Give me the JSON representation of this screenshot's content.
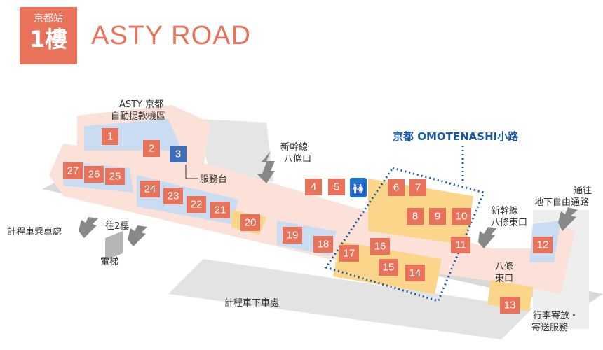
{
  "header": {
    "station": "京都站",
    "floor": "1樓",
    "title": "ASTY ROAD"
  },
  "labels": {
    "atm": [
      "ASTY 京都",
      "自動提款機區"
    ],
    "service": "服務台",
    "shinkansen_hachijo": [
      "新幹線",
      "八條口"
    ],
    "shinkansen_east": [
      "新幹線",
      "八條東口"
    ],
    "hachijo_east": [
      "八條",
      "東口"
    ],
    "underground": [
      "通往",
      "地下自由通路"
    ],
    "taxi_boarding": "計程車乘車處",
    "to_2f": "往2樓",
    "elevator": "電梯",
    "taxi_drop": "計程車下車處",
    "luggage": [
      "行李寄放・",
      "寄送服務"
    ],
    "omotenashi": "京都 OMOTENASHI小路"
  },
  "shops": {
    "s1": "1",
    "s2": "2",
    "s3": "3",
    "s4": "4",
    "s5": "5",
    "s6": "6",
    "s7": "7",
    "s8": "8",
    "s9": "9",
    "s10": "10",
    "s11": "11",
    "s12": "12",
    "s13": "13",
    "s14": "14",
    "s15": "15",
    "s16": "16",
    "s17": "17",
    "s18": "18",
    "s19": "19",
    "s20": "20",
    "s21": "21",
    "s22": "22",
    "s23": "23",
    "s24": "24",
    "s25": "25",
    "s26": "26",
    "s27": "27"
  },
  "colors": {
    "accent": "#e8735a",
    "corridor": "#fbe1d7",
    "zone_blue": "#c9dcf2",
    "zone_yellow": "#fbd58a",
    "grey": "#d9d9d9",
    "omotenashi_line": "#1a5aa6"
  }
}
